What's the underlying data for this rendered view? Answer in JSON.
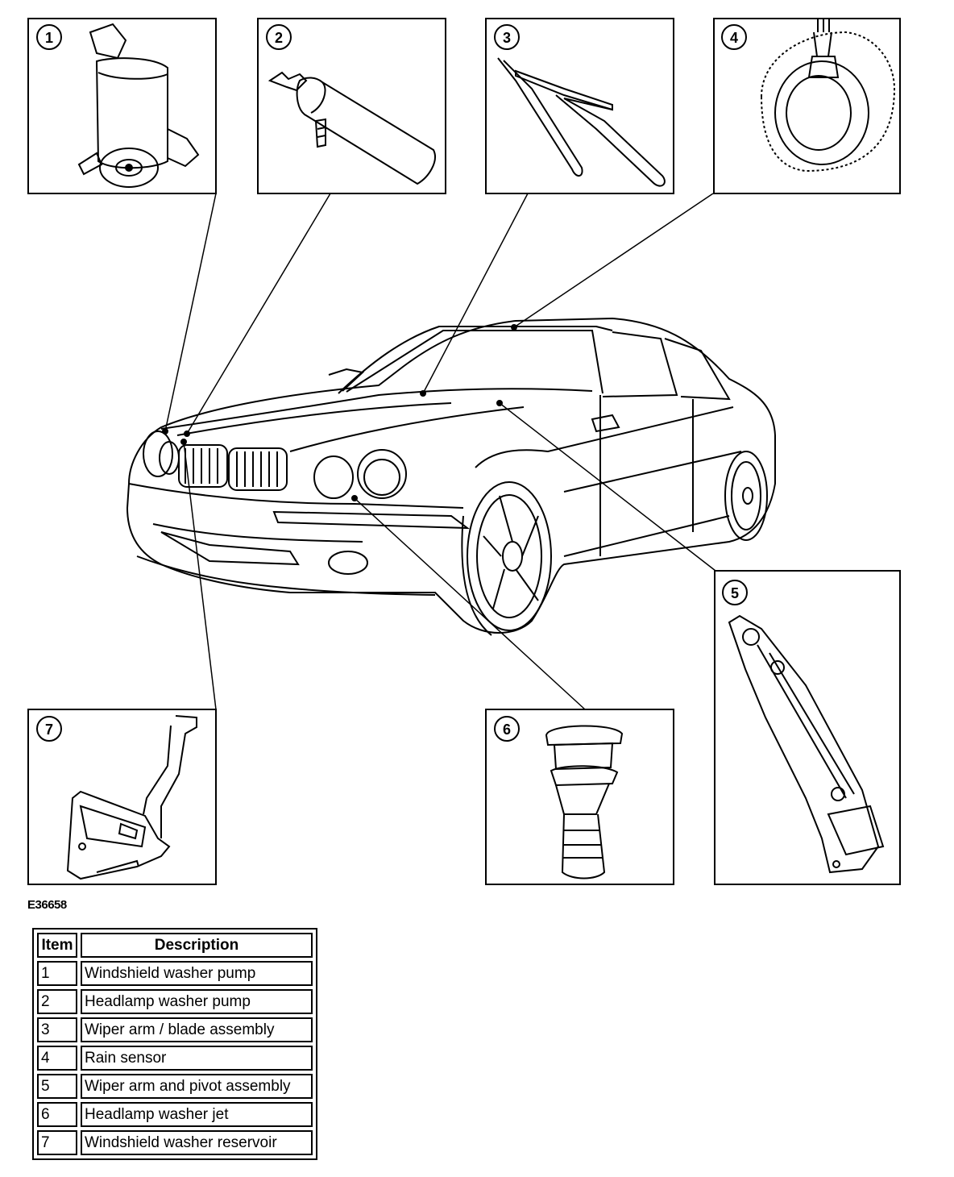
{
  "callouts": [
    {
      "number": "1",
      "part": "Windshield washer pump"
    },
    {
      "number": "2",
      "part": "Headlamp washer pump"
    },
    {
      "number": "3",
      "part": "Wiper arm / blade assembly"
    },
    {
      "number": "4",
      "part": "Rain sensor"
    },
    {
      "number": "5",
      "part": "Wiper arm and pivot assembly"
    },
    {
      "number": "6",
      "part": "Headlamp washer jet"
    },
    {
      "number": "7",
      "part": "Windshield washer reservoir"
    }
  ],
  "figure_code": "E36658",
  "table": {
    "header_item": "Item",
    "header_description": "Description",
    "rows": [
      {
        "item": "1",
        "description": "Windshield washer pump"
      },
      {
        "item": "2",
        "description": "Headlamp washer pump"
      },
      {
        "item": "3",
        "description": "Wiper arm / blade assembly"
      },
      {
        "item": "4",
        "description": "Rain sensor"
      },
      {
        "item": "5",
        "description": "Wiper arm and pivot assembly"
      },
      {
        "item": "6",
        "description": "Headlamp washer jet"
      },
      {
        "item": "7",
        "description": "Windshield washer reservoir"
      }
    ]
  }
}
